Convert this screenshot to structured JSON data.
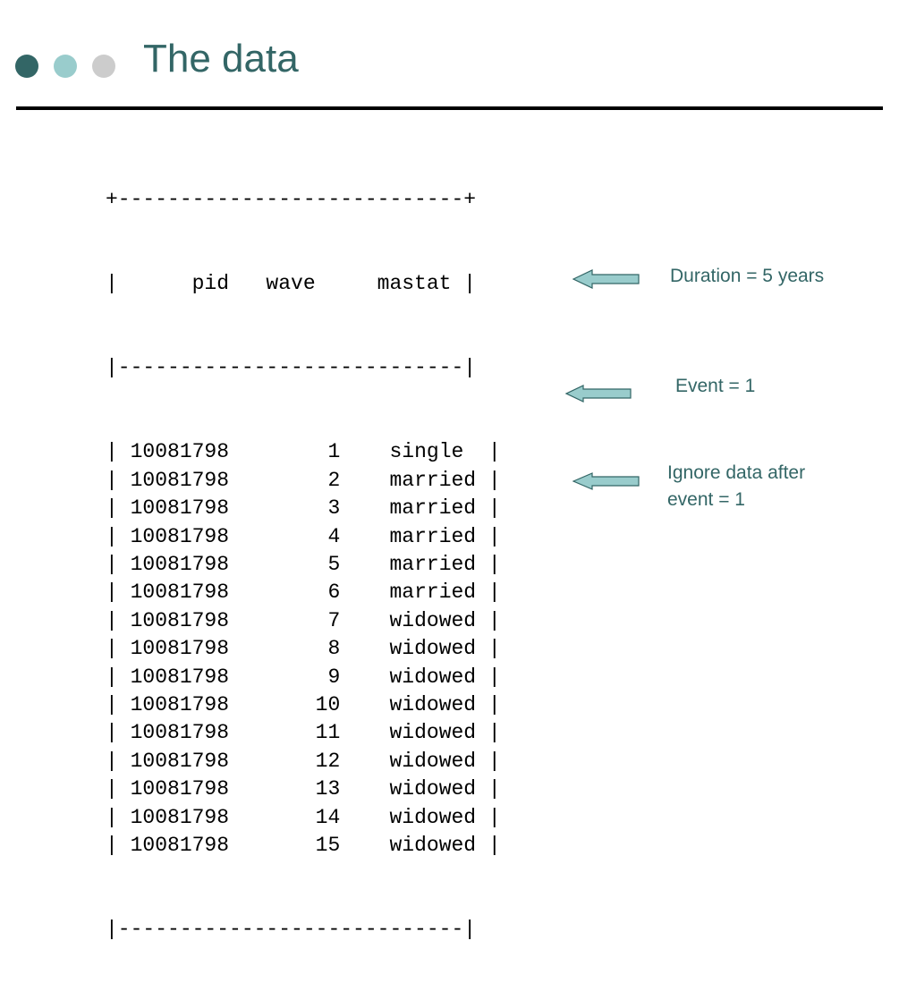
{
  "slide": {
    "title": "The data"
  },
  "table": {
    "border_top": "+----------------------------+",
    "header": "|      pid   wave     mastat |",
    "separator": "|----------------------------|",
    "rows": [
      {
        "pid": "10081798",
        "wave": "1",
        "mastat": "single"
      },
      {
        "pid": "10081798",
        "wave": "2",
        "mastat": "married"
      },
      {
        "pid": "10081798",
        "wave": "3",
        "mastat": "married"
      },
      {
        "pid": "10081798",
        "wave": "4",
        "mastat": "married"
      },
      {
        "pid": "10081798",
        "wave": "5",
        "mastat": "married"
      },
      {
        "pid": "10081798",
        "wave": "6",
        "mastat": "married"
      },
      {
        "pid": "10081798",
        "wave": "7",
        "mastat": "widowed"
      },
      {
        "pid": "10081798",
        "wave": "8",
        "mastat": "widowed"
      },
      {
        "pid": "10081798",
        "wave": "9",
        "mastat": "widowed"
      },
      {
        "pid": "10081798",
        "wave": "10",
        "mastat": "widowed"
      },
      {
        "pid": "10081798",
        "wave": "11",
        "mastat": "widowed"
      },
      {
        "pid": "10081798",
        "wave": "12",
        "mastat": "widowed"
      },
      {
        "pid": "10081798",
        "wave": "13",
        "mastat": "widowed"
      },
      {
        "pid": "10081798",
        "wave": "14",
        "mastat": "widowed"
      },
      {
        "pid": "10081798",
        "wave": "15",
        "mastat": "widowed"
      }
    ],
    "border_bottom": "|----------------------------|"
  },
  "annotations": {
    "duration": "Duration = 5 years",
    "event": "Event = 1",
    "ignore_line1": "Ignore data after",
    "ignore_line2": "event = 1"
  },
  "colors": {
    "accent": "#336666",
    "arrow_fill": "#99CCCC",
    "bullet_dark": "#336666",
    "bullet_light": "#99CCCC",
    "bullet_gray": "#CCCCCC"
  }
}
